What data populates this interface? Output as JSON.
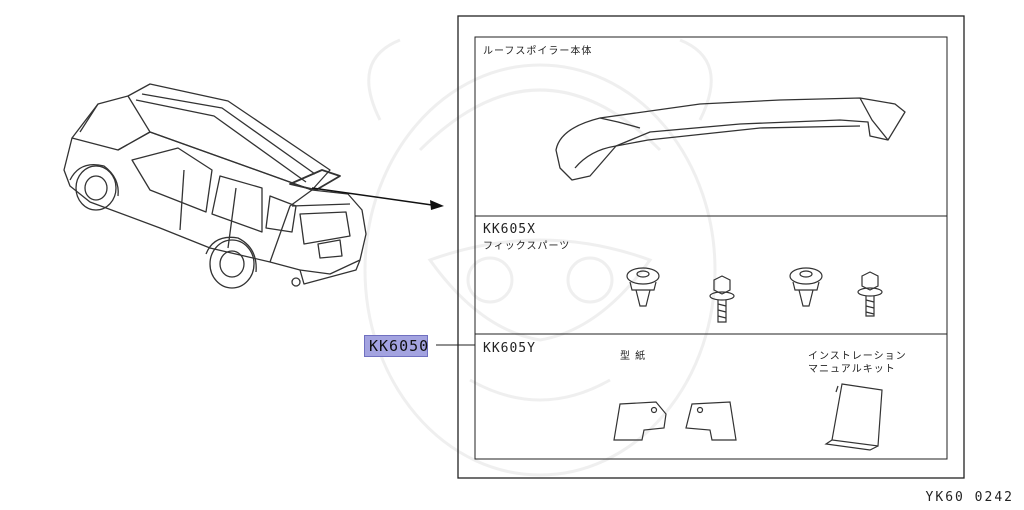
{
  "callout": {
    "part_number": "KK6050"
  },
  "drawing_code": "YK60 0242",
  "sections": {
    "spoiler": {
      "name_jp": "ルーフスポイラー本体"
    },
    "fix_parts": {
      "part_number": "KK605X",
      "name_jp": "フィックスパーツ"
    },
    "templates": {
      "part_number": "KK605Y",
      "template_label": "型 紙",
      "manual_label_line1": "インストレーション",
      "manual_label_line2": "マニュアルキット"
    }
  }
}
